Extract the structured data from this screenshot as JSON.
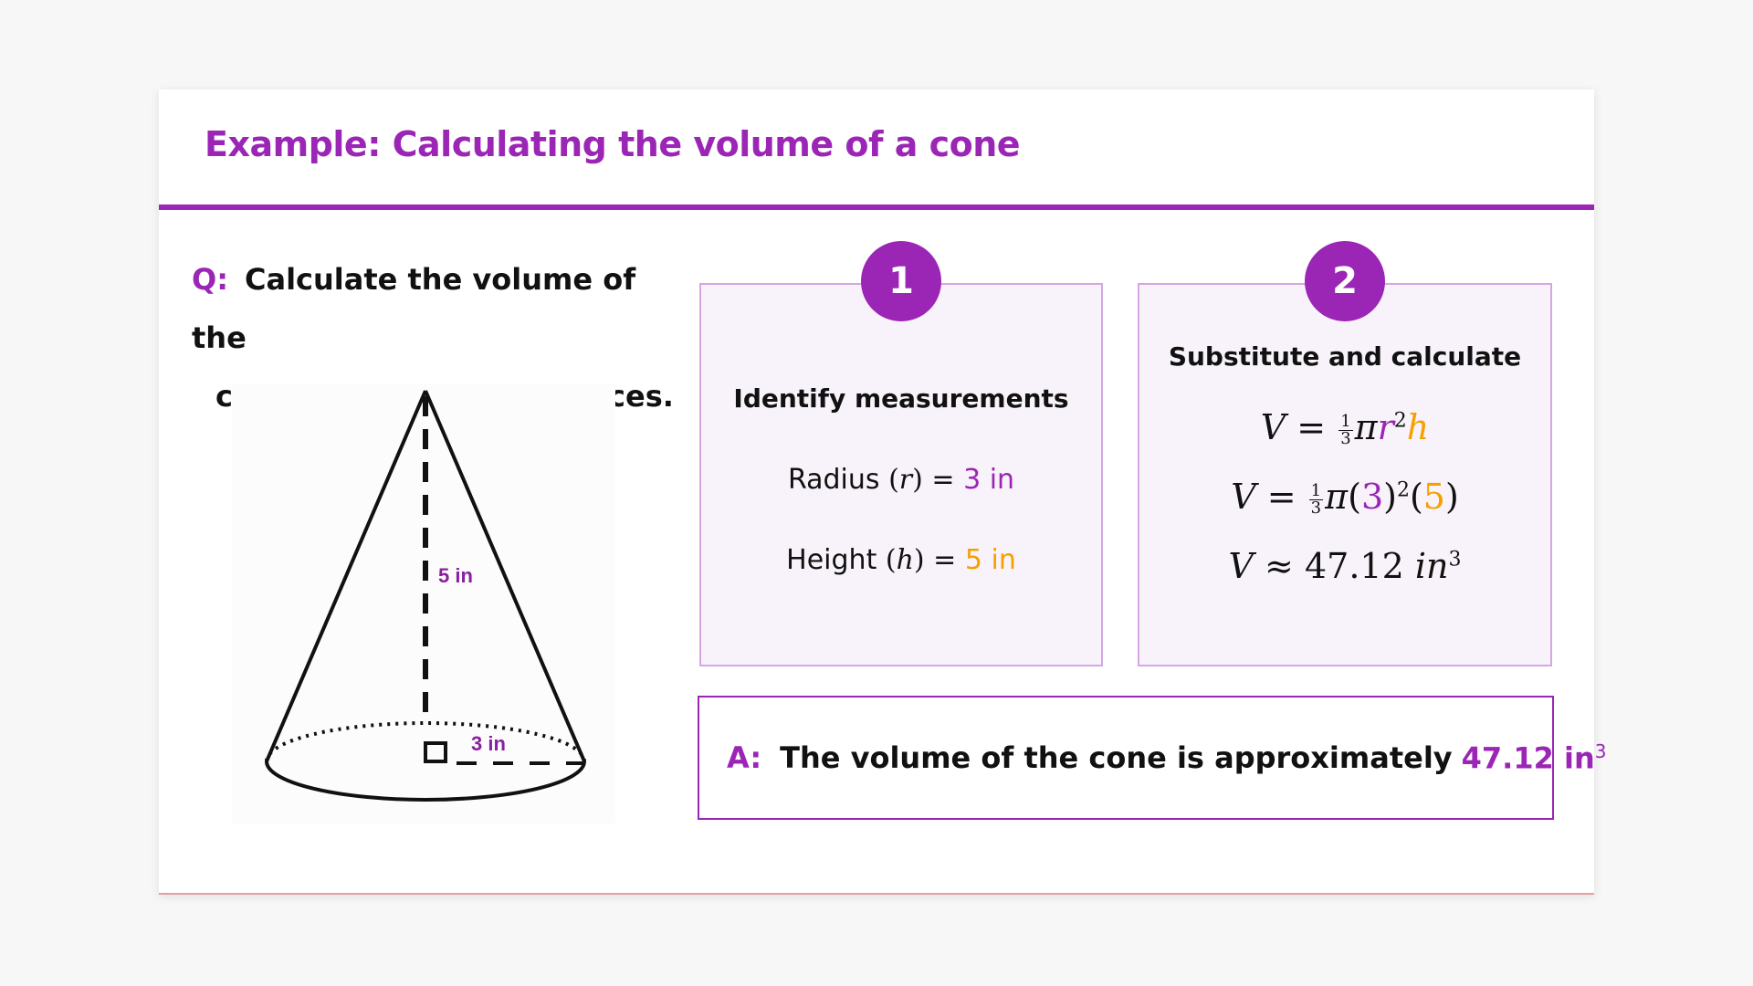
{
  "title": "Example: Calculating the volume of a cone",
  "question": {
    "label": "Q:",
    "line1": "Calculate the volume of the",
    "line2": "cone to two decimal places."
  },
  "diagram": {
    "height_label": "5 in",
    "radius_label": "3 in"
  },
  "step1": {
    "number": "1",
    "heading": "Identify measurements",
    "radius_text": "Radius",
    "radius_symbol": "r",
    "radius_value": "3 in",
    "height_text": "Height",
    "height_symbol": "h",
    "height_value": "5 in"
  },
  "step2": {
    "number": "2",
    "heading": "Substitute and calculate",
    "eq1": {
      "lhs": "V",
      "rel": "=",
      "frac_num": "1",
      "frac_den": "3",
      "pi": "π",
      "r": "r",
      "r_exp": "2",
      "h": "h"
    },
    "eq2": {
      "lhs": "V",
      "rel": "=",
      "frac_num": "1",
      "frac_den": "3",
      "pi": "π",
      "r_val": "3",
      "r_exp": "2",
      "h_val": "5"
    },
    "eq3": {
      "lhs": "V",
      "rel": "≈",
      "value": "47.12",
      "unit": "in",
      "unit_exp": "3"
    }
  },
  "answer": {
    "label": "A:",
    "text": "The volume of the cone is approximately",
    "value": "47.12 in",
    "value_exp": "3"
  },
  "colors": {
    "accent": "#9b26b6",
    "highlight": "#f5a000",
    "box_fill": "#f8f3fa",
    "box_border": "#d6a6e3"
  }
}
